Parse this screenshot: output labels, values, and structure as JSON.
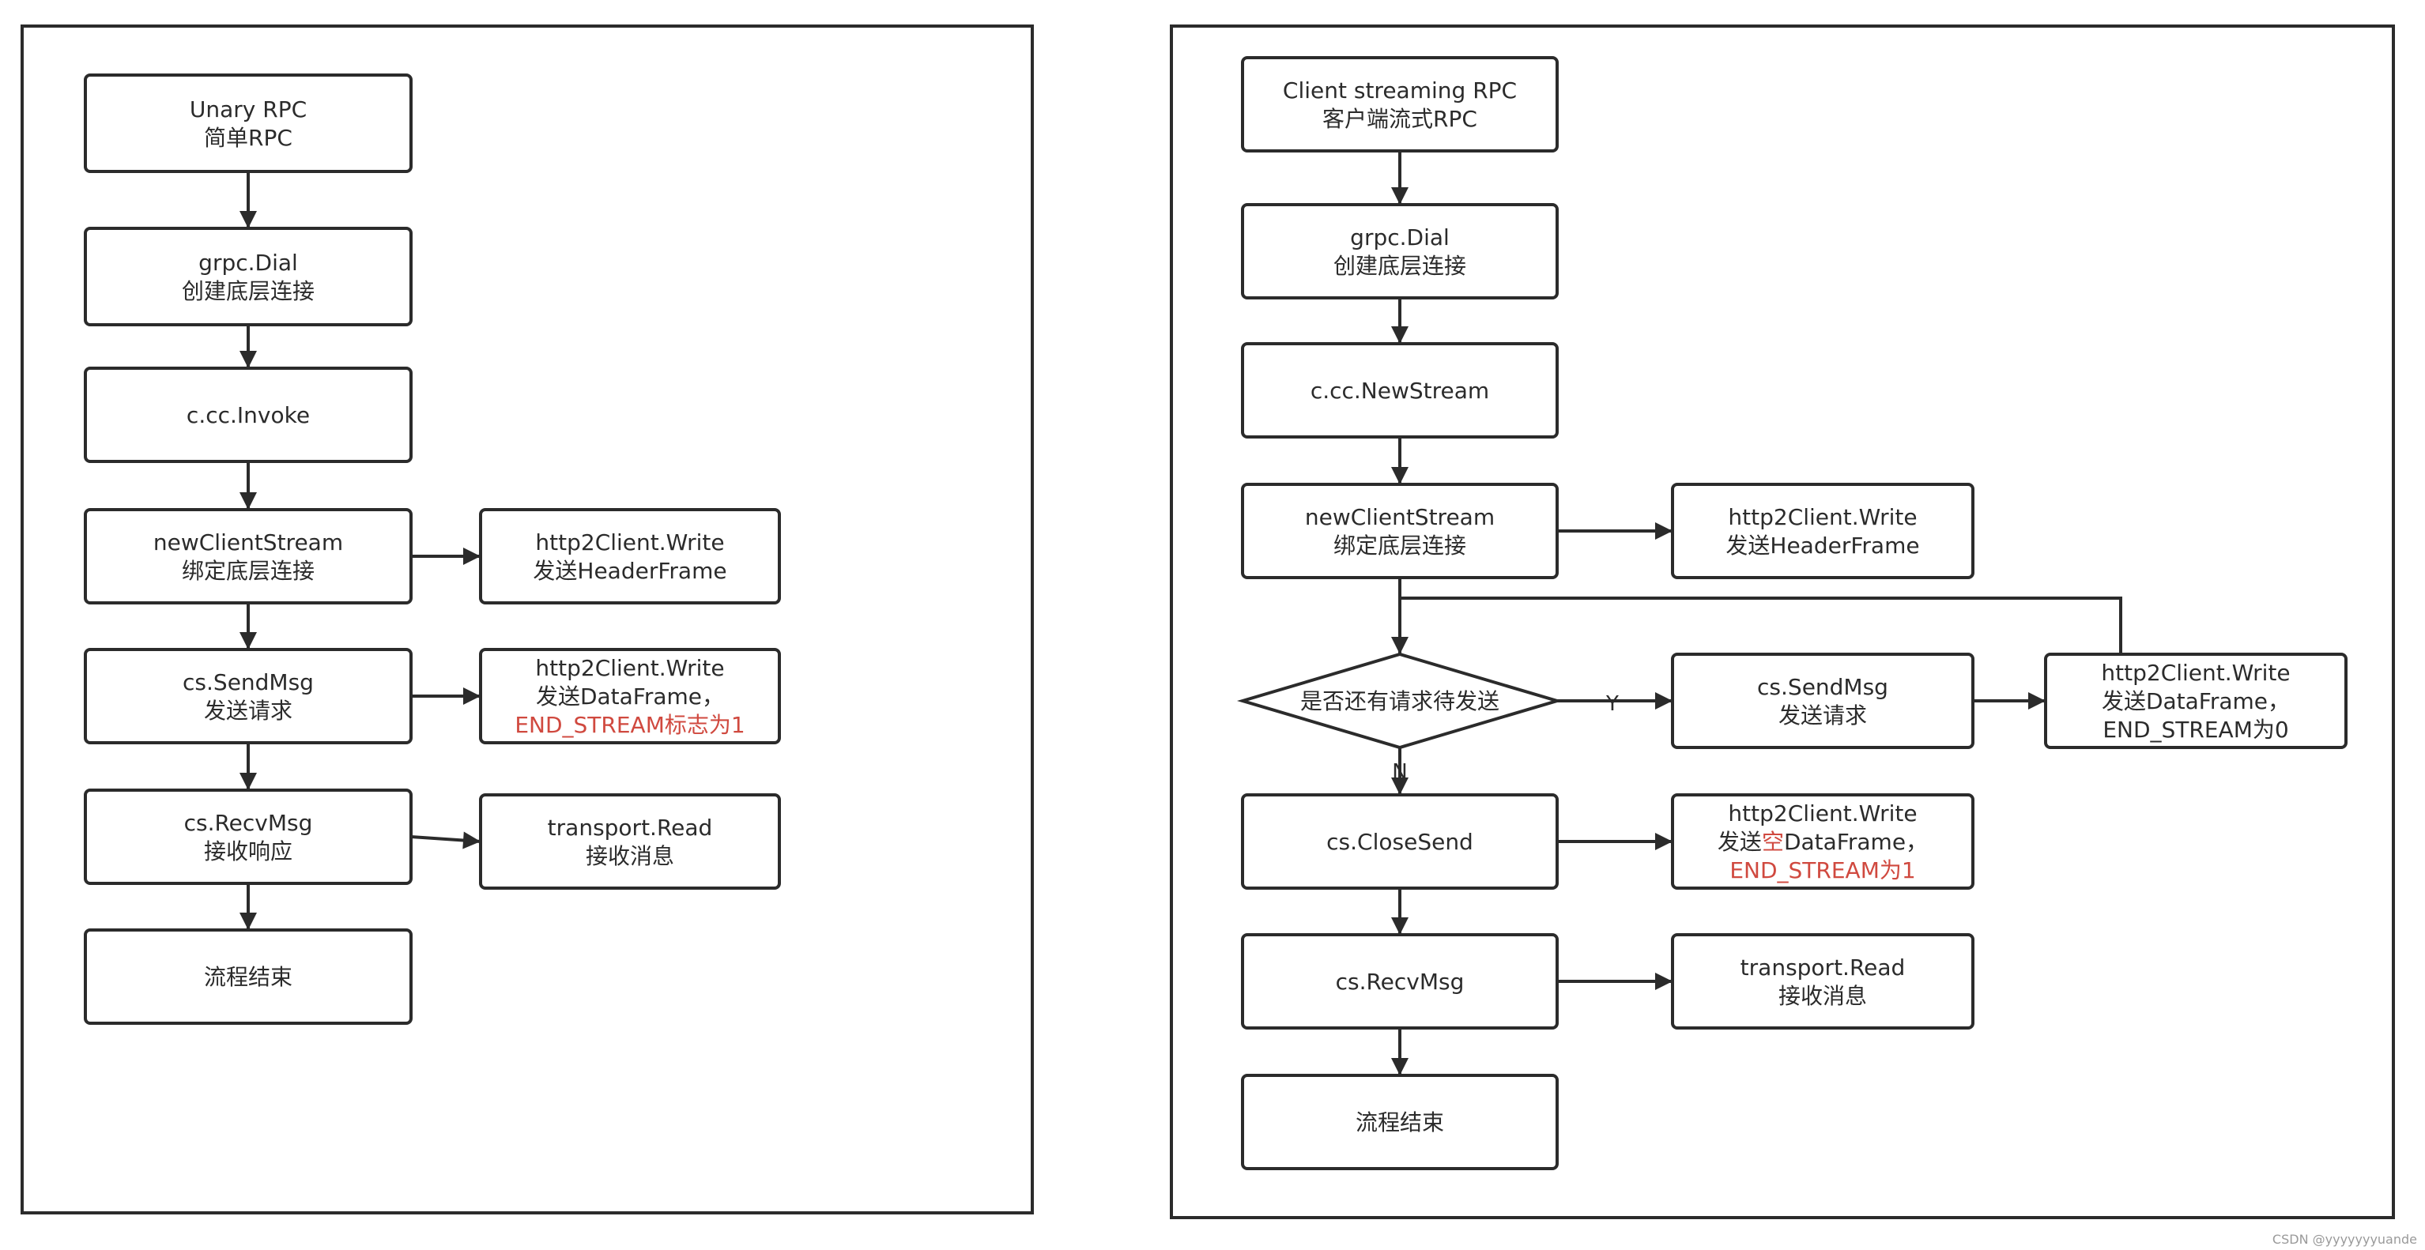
{
  "colors": {
    "stroke": "#2b2b2b",
    "text": "#2b2b2b",
    "highlight": "#d0493f",
    "background": "#ffffff"
  },
  "panels": [
    {
      "id": "unary",
      "nodes": [
        {
          "id": "u_start",
          "lines": [
            [
              {
                "t": "Unary RPC"
              }
            ],
            [
              {
                "t": "简单RPC"
              }
            ]
          ]
        },
        {
          "id": "u_dial",
          "lines": [
            [
              {
                "t": "grpc.Dial"
              }
            ],
            [
              {
                "t": "创建底层连接"
              }
            ]
          ]
        },
        {
          "id": "u_invoke",
          "lines": [
            [
              {
                "t": "c.cc.Invoke"
              }
            ]
          ]
        },
        {
          "id": "u_newstream",
          "lines": [
            [
              {
                "t": "newClientStream"
              }
            ],
            [
              {
                "t": "绑定底层连接"
              }
            ]
          ]
        },
        {
          "id": "u_header",
          "lines": [
            [
              {
                "t": "http2Client.Write"
              }
            ],
            [
              {
                "t": "发送HeaderFrame"
              }
            ]
          ]
        },
        {
          "id": "u_sendmsg",
          "lines": [
            [
              {
                "t": "cs.SendMsg"
              }
            ],
            [
              {
                "t": "发送请求"
              }
            ]
          ]
        },
        {
          "id": "u_data",
          "lines": [
            [
              {
                "t": "http2Client.Write"
              }
            ],
            [
              {
                "t": "发送DataFrame，"
              }
            ],
            [
              {
                "t": "END_STREAM标志为1",
                "hl": true
              }
            ]
          ]
        },
        {
          "id": "u_recvmsg",
          "lines": [
            [
              {
                "t": "cs.RecvMsg"
              }
            ],
            [
              {
                "t": "接收响应"
              }
            ]
          ]
        },
        {
          "id": "u_read",
          "lines": [
            [
              {
                "t": "transport.Read"
              }
            ],
            [
              {
                "t": "接收消息"
              }
            ]
          ]
        },
        {
          "id": "u_end",
          "lines": [
            [
              {
                "t": "流程结束"
              }
            ]
          ]
        }
      ]
    },
    {
      "id": "client-streaming",
      "nodes": [
        {
          "id": "c_start",
          "lines": [
            [
              {
                "t": "Client streaming RPC"
              }
            ],
            [
              {
                "t": "客户端流式RPC"
              }
            ]
          ]
        },
        {
          "id": "c_dial",
          "lines": [
            [
              {
                "t": "grpc.Dial"
              }
            ],
            [
              {
                "t": "创建底层连接"
              }
            ]
          ]
        },
        {
          "id": "c_newstream_call",
          "lines": [
            [
              {
                "t": "c.cc.NewStream"
              }
            ]
          ]
        },
        {
          "id": "c_newclientstream",
          "lines": [
            [
              {
                "t": "newClientStream"
              }
            ],
            [
              {
                "t": "绑定底层连接"
              }
            ]
          ]
        },
        {
          "id": "c_header",
          "lines": [
            [
              {
                "t": "http2Client.Write"
              }
            ],
            [
              {
                "t": "发送HeaderFrame"
              }
            ]
          ]
        },
        {
          "id": "c_decision",
          "lines": [
            [
              {
                "t": "是否还有请求待发送"
              }
            ]
          ]
        },
        {
          "id": "c_sendmsg",
          "lines": [
            [
              {
                "t": "cs.SendMsg"
              }
            ],
            [
              {
                "t": "发送请求"
              }
            ]
          ]
        },
        {
          "id": "c_data",
          "lines": [
            [
              {
                "t": "http2Client.Write"
              }
            ],
            [
              {
                "t": "发送DataFrame，"
              }
            ],
            [
              {
                "t": "END_STREAM为0"
              }
            ]
          ]
        },
        {
          "id": "c_closesend",
          "lines": [
            [
              {
                "t": "cs.CloseSend"
              }
            ]
          ]
        },
        {
          "id": "c_emptydata",
          "lines": [
            [
              {
                "t": "http2Client.Write"
              }
            ],
            [
              {
                "t": "发送"
              },
              {
                "t": "空",
                "hl": true
              },
              {
                "t": "DataFrame，"
              }
            ],
            [
              {
                "t": "END_STREAM为1",
                "hl": true
              }
            ]
          ]
        },
        {
          "id": "c_recvmsg",
          "lines": [
            [
              {
                "t": "cs.RecvMsg"
              }
            ]
          ]
        },
        {
          "id": "c_read",
          "lines": [
            [
              {
                "t": "transport.Read"
              }
            ],
            [
              {
                "t": "接收消息"
              }
            ]
          ]
        },
        {
          "id": "c_end",
          "lines": [
            [
              {
                "t": "流程结束"
              }
            ]
          ]
        }
      ],
      "edge_labels": {
        "yes": "Y",
        "no": "N"
      }
    }
  ],
  "watermark": "CSDN @yyyyyyyuande"
}
